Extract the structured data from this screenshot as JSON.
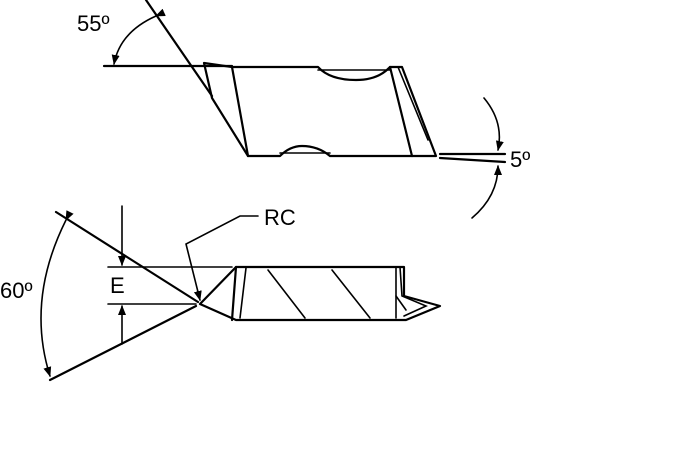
{
  "labels": {
    "angle_top": "55º",
    "angle_right": "5º",
    "angle_left": "60º",
    "corner_radius": "RC",
    "dimension_e": "E"
  }
}
